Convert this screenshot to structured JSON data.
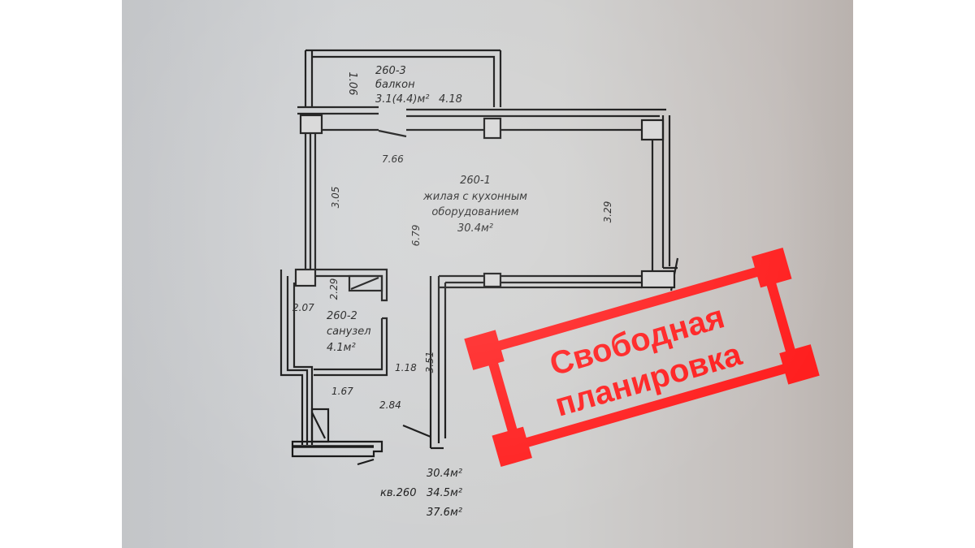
{
  "floor_plan": {
    "rooms": [
      {
        "id": "260-3",
        "name": "балкон",
        "area": "3.1(4.4)м²",
        "width_label": "4.18",
        "depth_label": "1.06"
      },
      {
        "id": "260-1",
        "name_line1": "жилая с кухонным",
        "name_line2": "оборудованием",
        "area": "30.4м²"
      },
      {
        "id": "260-2",
        "name": "санузел",
        "area": "4.1м²"
      }
    ],
    "dimensions": {
      "d_7_66": "7.66",
      "d_3_05": "3.05",
      "d_6_79": "6.79",
      "d_3_29": "3.29",
      "d_2_29": "2.29",
      "d_2_07": "2.07",
      "d_1_18": "1.18",
      "d_3_51": "3.51",
      "d_1_67": "1.67",
      "d_2_84": "2.84"
    },
    "totals": {
      "apartment_label": "кв.260",
      "area_1": "30.4м²",
      "area_2": "34.5м²",
      "area_3": "37.6м²"
    }
  },
  "stamp": {
    "line1": "Свободная",
    "line2": "планировка",
    "color": "#ff1f1f"
  }
}
